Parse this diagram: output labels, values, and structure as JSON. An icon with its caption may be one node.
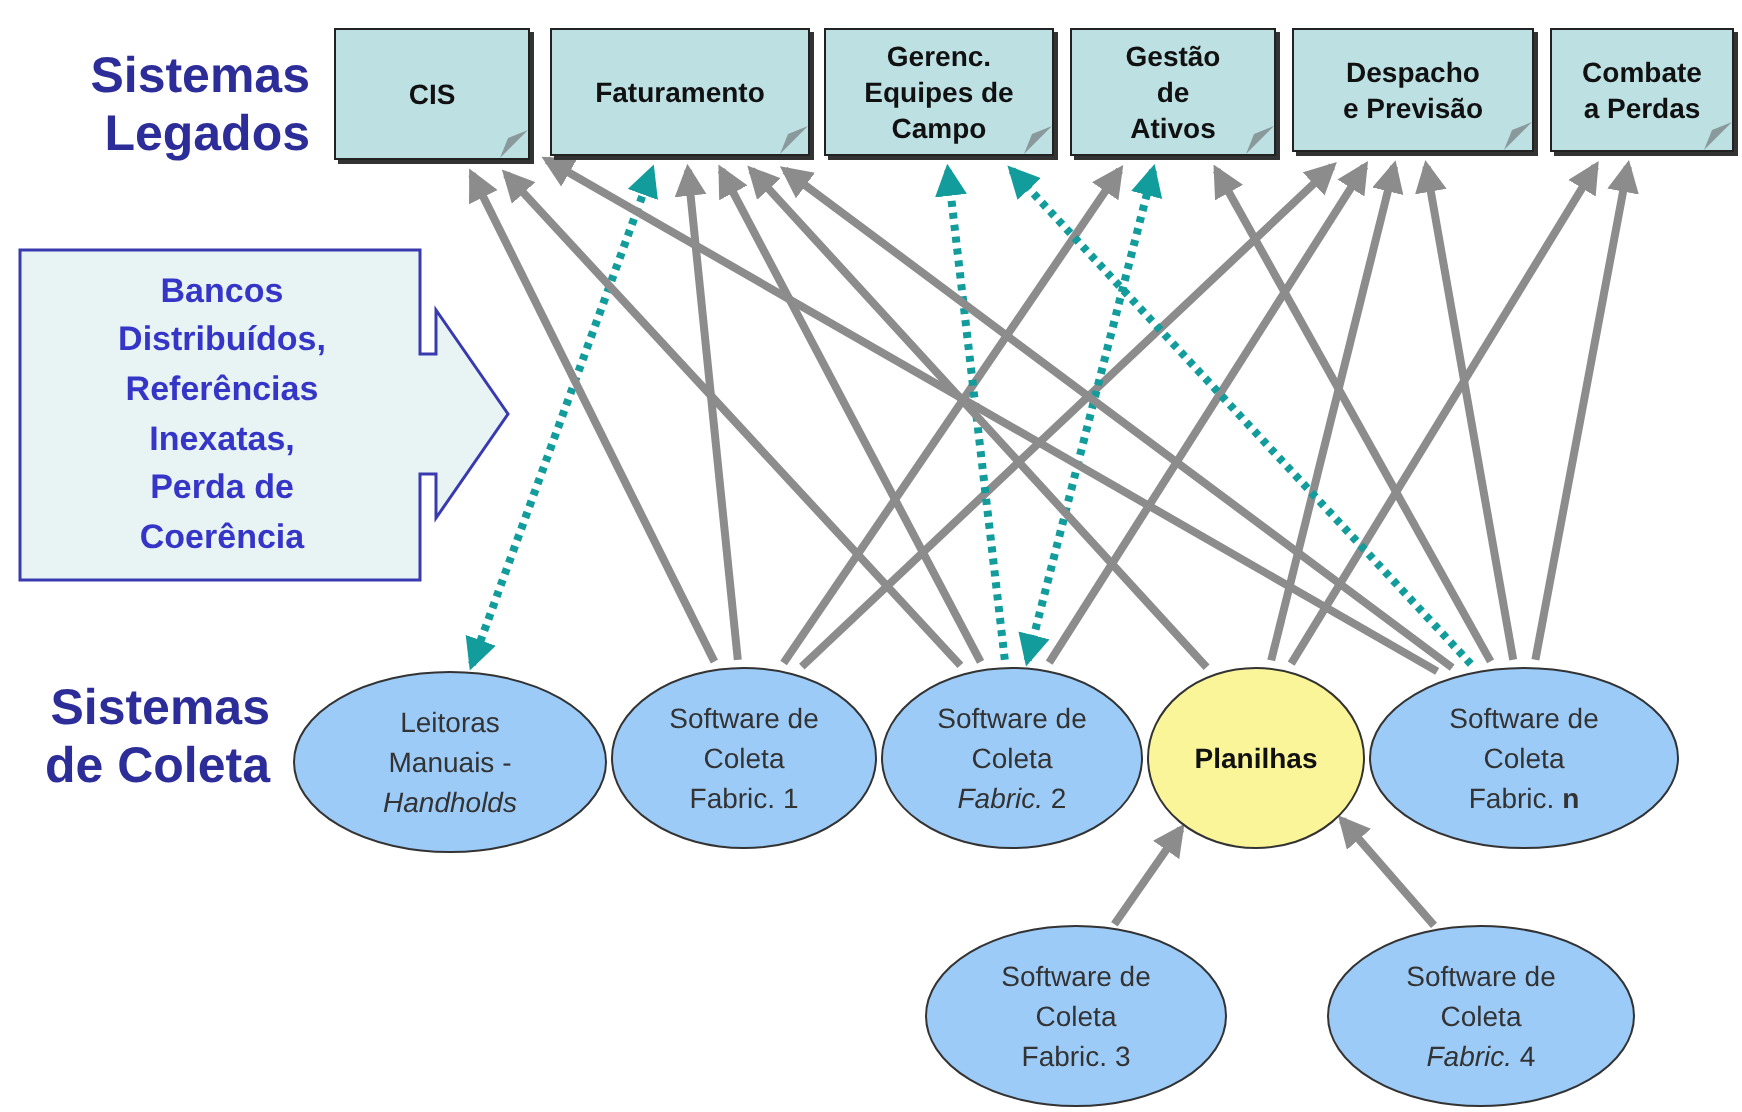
{
  "diagram": {
    "nodes": [
      {
        "text": [
          "CIS"
        ]
      },
      {
        "text": [
          "Faturamento"
        ]
      },
      {
        "text": [
          "Gerenc. Equipes de Campo"
        ]
      },
      {
        "text": [
          "Gestão de Ativos"
        ]
      },
      {
        "text": [
          "Despacho e Previsão"
        ]
      },
      {
        "text": [
          "Combate a Perdas"
        ]
      },
      {
        "text": [
          "Bancos Distribuídos, Referências Inexatas, Perda de Coerência"
        ]
      },
      {
        "text": [
          "Leitoras Manuais - *Handholds*"
        ]
      },
      {
        "text": [
          "Software de Coleta Fabric. 1"
        ]
      },
      {
        "text": [
          "Software de Coleta *Fabric.* 2"
        ]
      },
      {
        "text": [
          "Planilhas"
        ]
      },
      {
        "text": [
          "Software de Coleta Fabric. **n**"
        ]
      },
      {
        "text": [
          "Software de Coleta Fabric. 3"
        ]
      },
      {
        "text": [
          "Software de Coleta *Fabric.* 4"
        ]
      }
    ],
    "edges": [
      {
        "from": 7,
        "to": 1,
        "arrow": "both",
        "style": "dashed",
        "color": "#129c9c"
      },
      {
        "from": 8,
        "to": 0,
        "arrow": "to"
      },
      {
        "from": 8,
        "to": 1,
        "arrow": "to"
      },
      {
        "from": 8,
        "to": 3,
        "arrow": "to"
      },
      {
        "from": 8,
        "to": 4,
        "arrow": "to"
      },
      {
        "from": 9,
        "to": 0,
        "arrow": "to"
      },
      {
        "from": 9,
        "to": 1,
        "arrow": "to"
      },
      {
        "from": 9,
        "to": 2,
        "arrow": "to",
        "style": "dashed",
        "color": "#129c9c"
      },
      {
        "from": 3,
        "to": 9,
        "arrow": "both",
        "style": "dashed",
        "color": "#129c9c"
      },
      {
        "from": 9,
        "to": 4,
        "arrow": "to"
      },
      {
        "from": 10,
        "to": 1,
        "arrow": "to"
      },
      {
        "from": 10,
        "to": 4,
        "arrow": "to"
      },
      {
        "from": 10,
        "to": 5,
        "arrow": "to"
      },
      {
        "from": 11,
        "to": 0,
        "arrow": "to"
      },
      {
        "from": 11,
        "to": 1,
        "arrow": "to"
      },
      {
        "from": 11,
        "to": 3,
        "arrow": "to"
      },
      {
        "from": 11,
        "to": 4,
        "arrow": "to"
      },
      {
        "from": 11,
        "to": 5,
        "arrow": "to"
      },
      {
        "from": 11,
        "to": 2,
        "arrow": "to",
        "style": "dashed",
        "color": "#129c9c"
      },
      {
        "from": 12,
        "to": 10,
        "arrow": "to"
      },
      {
        "from": 13,
        "to": 10,
        "arrow": "to"
      }
    ],
    "labels": [
      "Sistemas Legados",
      "Sistemas de Coleta"
    ]
  }
}
